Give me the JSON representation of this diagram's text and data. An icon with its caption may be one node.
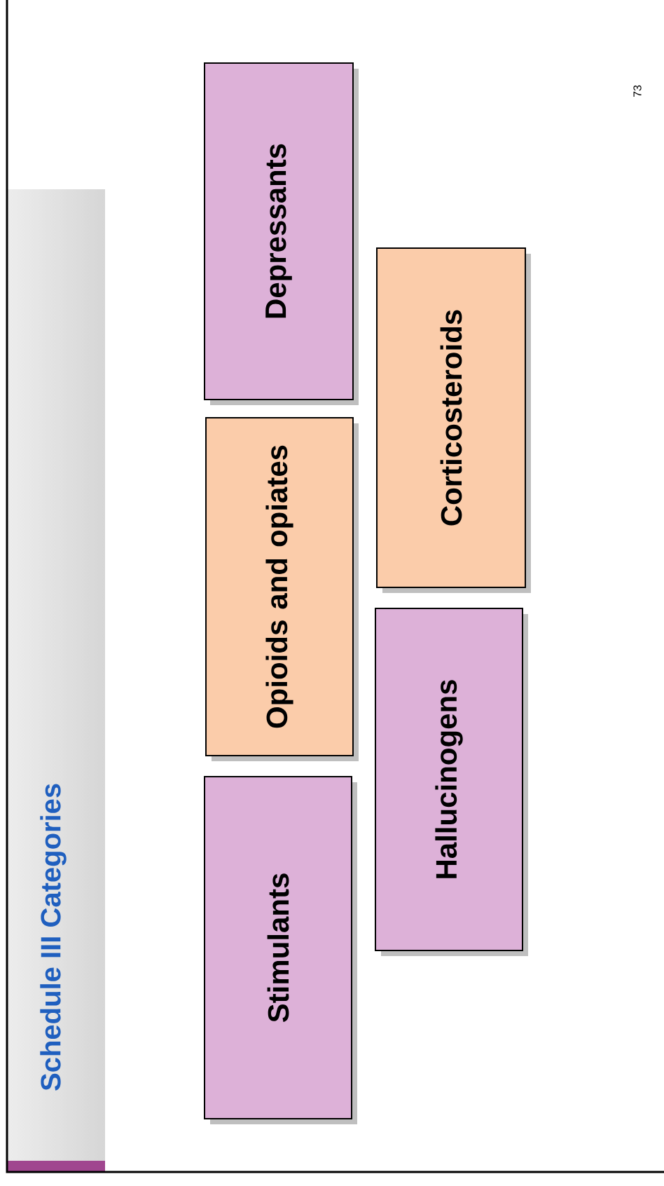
{
  "diagram": {
    "title": "Schedule III Categories",
    "nodes": [
      {
        "text": [
          "Stimulants"
        ]
      },
      {
        "text": [
          "Opioids and opiates"
        ]
      },
      {
        "text": [
          "Depressants"
        ]
      },
      {
        "text": [
          "Hallucinogens"
        ]
      },
      {
        "text": [
          "Corticosteroids"
        ]
      }
    ],
    "labels": [
      "73"
    ]
  }
}
